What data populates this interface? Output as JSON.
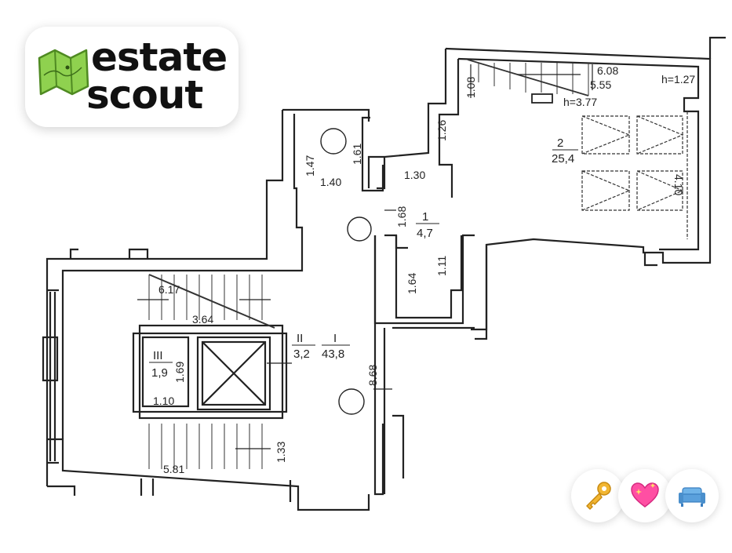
{
  "logo": {
    "line1": "estate",
    "line2": "scout",
    "icon": "folded-map-icon",
    "colors": {
      "map": "#8fd14f",
      "map_dark": "#5e9e2a",
      "text": "#111111"
    }
  },
  "plan": {
    "rooms": [
      {
        "number": "1",
        "area": "4,7"
      },
      {
        "number": "2",
        "area": "25,4"
      },
      {
        "number": "I",
        "area": "43,8"
      },
      {
        "number": "II",
        "area": "3,2"
      },
      {
        "number": "III",
        "area": "1,9"
      }
    ],
    "heights": {
      "upper_right": "h=1.27",
      "vent": "h=3.77"
    },
    "dims": {
      "d608": "6.08",
      "d555": "5.55",
      "d108": "1.08",
      "d126": "1.26",
      "d410": "4.10",
      "d130": "1.30",
      "d168": "1.68",
      "d111": "1.11",
      "d164": "1.64",
      "d147": "1.47",
      "d161": "1.61",
      "d140": "1.40",
      "d617": "6.17",
      "d364": "3.64",
      "d169": "1.69",
      "d110": "1.10",
      "d868": "8.68",
      "d133": "1.33",
      "d581": "5.81"
    }
  },
  "badges": [
    "key-icon",
    "sparkling-heart-icon",
    "sofa-icon"
  ]
}
